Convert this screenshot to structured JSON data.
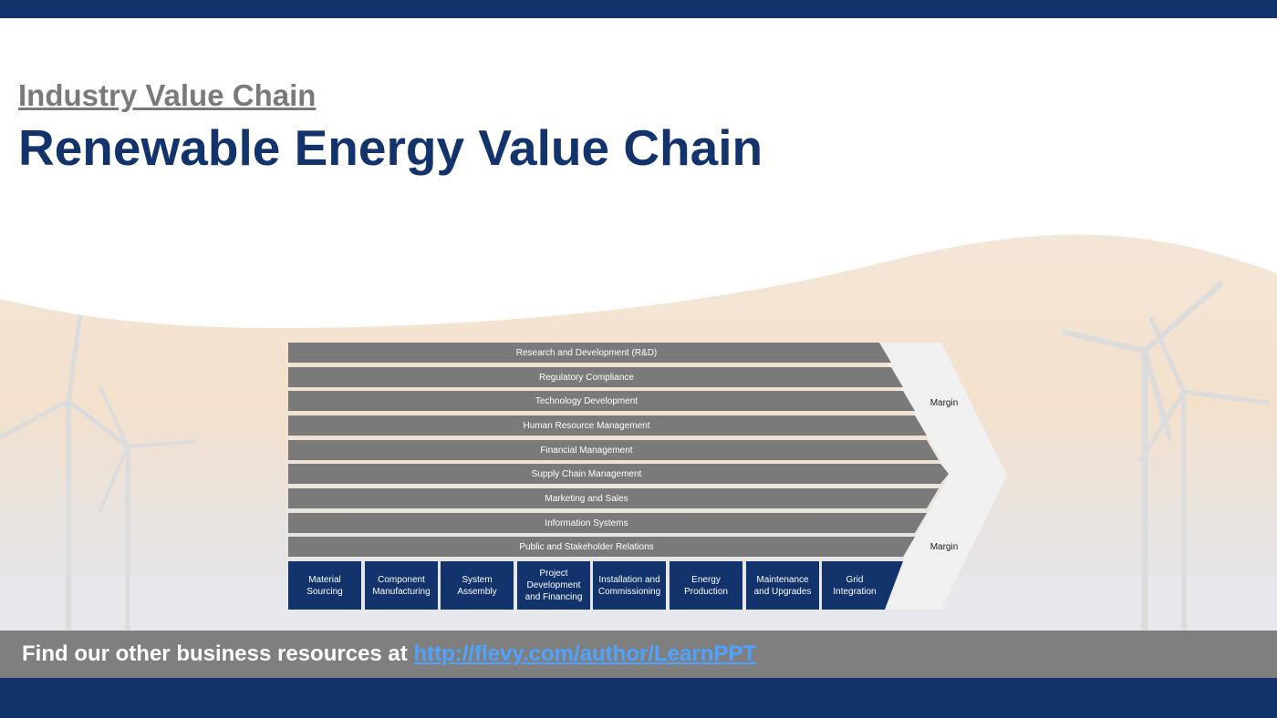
{
  "header": {
    "subtitle": "Industry Value Chain",
    "title": "Renewable Energy Value Chain"
  },
  "value_chain": {
    "support_activities": [
      "Research and Development (R&D)",
      "Regulatory Compliance",
      "Technology Development",
      "Human Resource Management",
      "Financial Management",
      "Supply Chain Management",
      "Marketing and Sales",
      "Information Systems",
      "Public and Stakeholder Relations"
    ],
    "primary_activities": [
      "Material Sourcing",
      "Component Manufacturing",
      "System Assembly",
      "Project Development and Financing",
      "Installation and Commissioning",
      "Energy Production",
      "Maintenance and Upgrades",
      "Grid Integration"
    ],
    "margin_labels": [
      "Margin",
      "Margin"
    ]
  },
  "footer": {
    "text": "Find our other business resources at ",
    "link": "http://flevy.com/author/LearnPPT"
  },
  "colors": {
    "navy": "#12336b",
    "support_bar": "#7a7a7a",
    "footer_band": "#7f7f7f",
    "link": "#4fa3ff"
  }
}
